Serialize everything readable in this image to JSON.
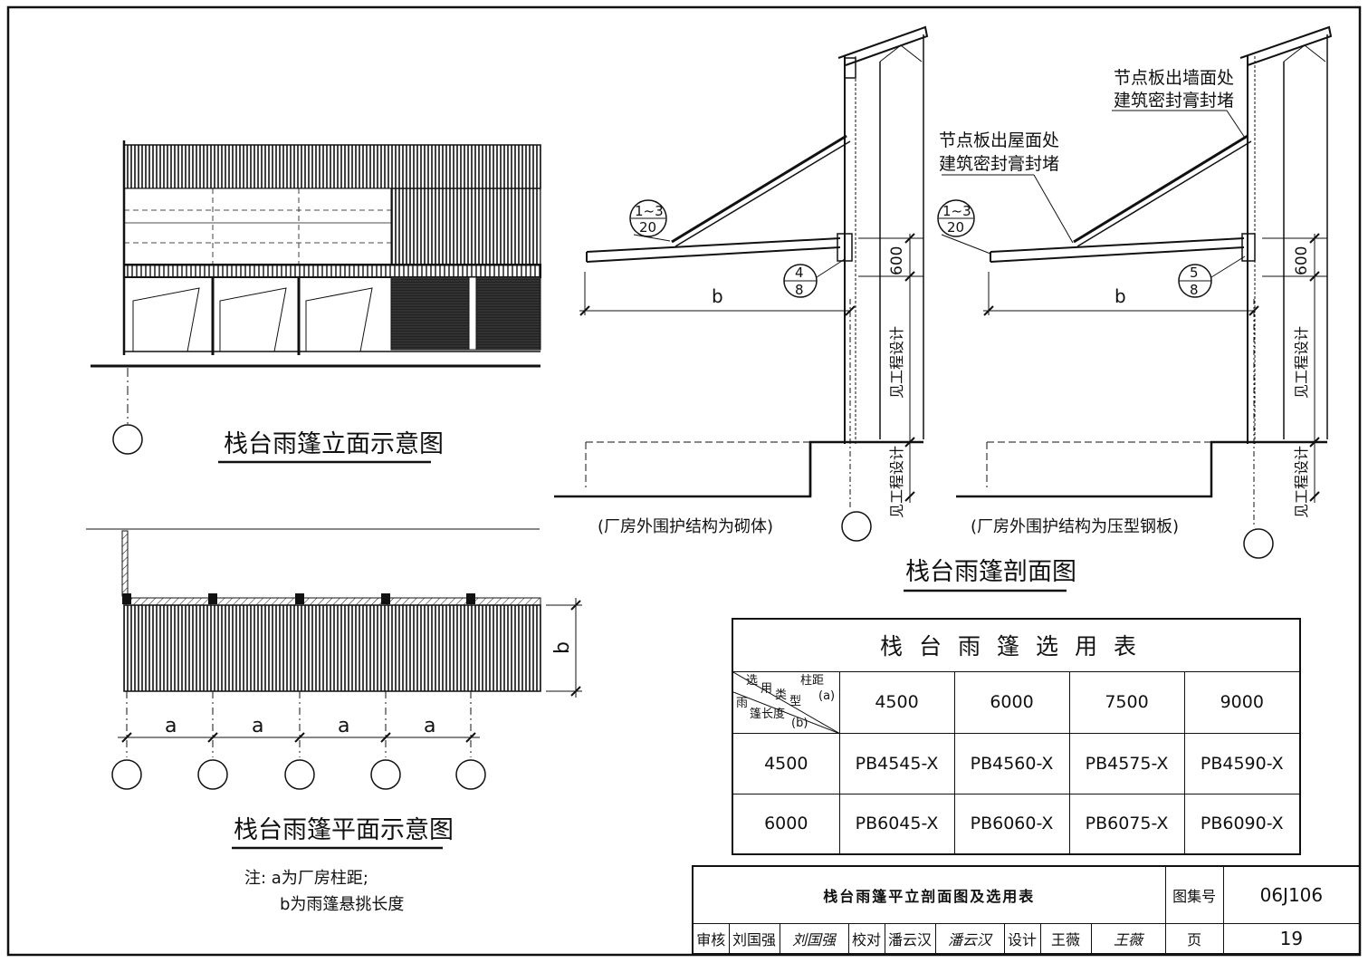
{
  "labels": {
    "elevation_title": "栈台雨篷立面示意图",
    "plan_title": "栈台雨篷平面示意图",
    "section_title": "栈台雨篷剖面图",
    "caption_masonry": "(厂房外围护结构为砌体)",
    "caption_steel": "(厂房外围护结构为压型钢板)",
    "note_line1": "注: a为厂房柱距;",
    "note_line2": "b为雨篷悬挑长度",
    "callout_wall_1": "节点板出墙面处",
    "callout_wall_2": "建筑密封膏封堵",
    "callout_roof_1": "节点板出屋面处",
    "callout_roof_2": "建筑密封膏封堵",
    "dim_b": "b",
    "dim_a": "a",
    "dim_600": "600",
    "see_design": "见工程设计",
    "detail_1_3_top": "1~3",
    "detail_1_3_bot": "20",
    "detail_4_top": "4",
    "detail_4_bot": "8",
    "detail_5_top": "5",
    "detail_5_bot": "8"
  },
  "selection_table": {
    "title": "栈台雨篷选用表",
    "corner": {
      "row_top": "选",
      "col_label_1": "柱距",
      "col_label_2": "(a)",
      "mid_1": "用",
      "mid_2": "类",
      "mid_3": "型",
      "row_label_1": "雨",
      "row_label_2": "篷长度",
      "row_label_3": "(b)"
    },
    "column_headers": [
      "4500",
      "6000",
      "7500",
      "9000"
    ],
    "rows": [
      {
        "length": "4500",
        "types": [
          "PB4545-X",
          "PB4560-X",
          "PB4575-X",
          "PB4590-X"
        ]
      },
      {
        "length": "6000",
        "types": [
          "PB6045-X",
          "PB6060-X",
          "PB6075-X",
          "PB6090-X"
        ]
      }
    ]
  },
  "title_block": {
    "main_title": "栈台雨篷平立剖面图及选用表",
    "atlas_label": "图集号",
    "atlas_no": "06J106",
    "review_label": "审核",
    "reviewer": "刘国强",
    "reviewer_sig": "刘国强",
    "check_label": "校对",
    "checker": "潘云汉",
    "checker_sig": "潘云汉",
    "design_label": "设计",
    "designer": "王薇",
    "designer_sig": "王薇",
    "page_label": "页",
    "page_no": "19"
  }
}
